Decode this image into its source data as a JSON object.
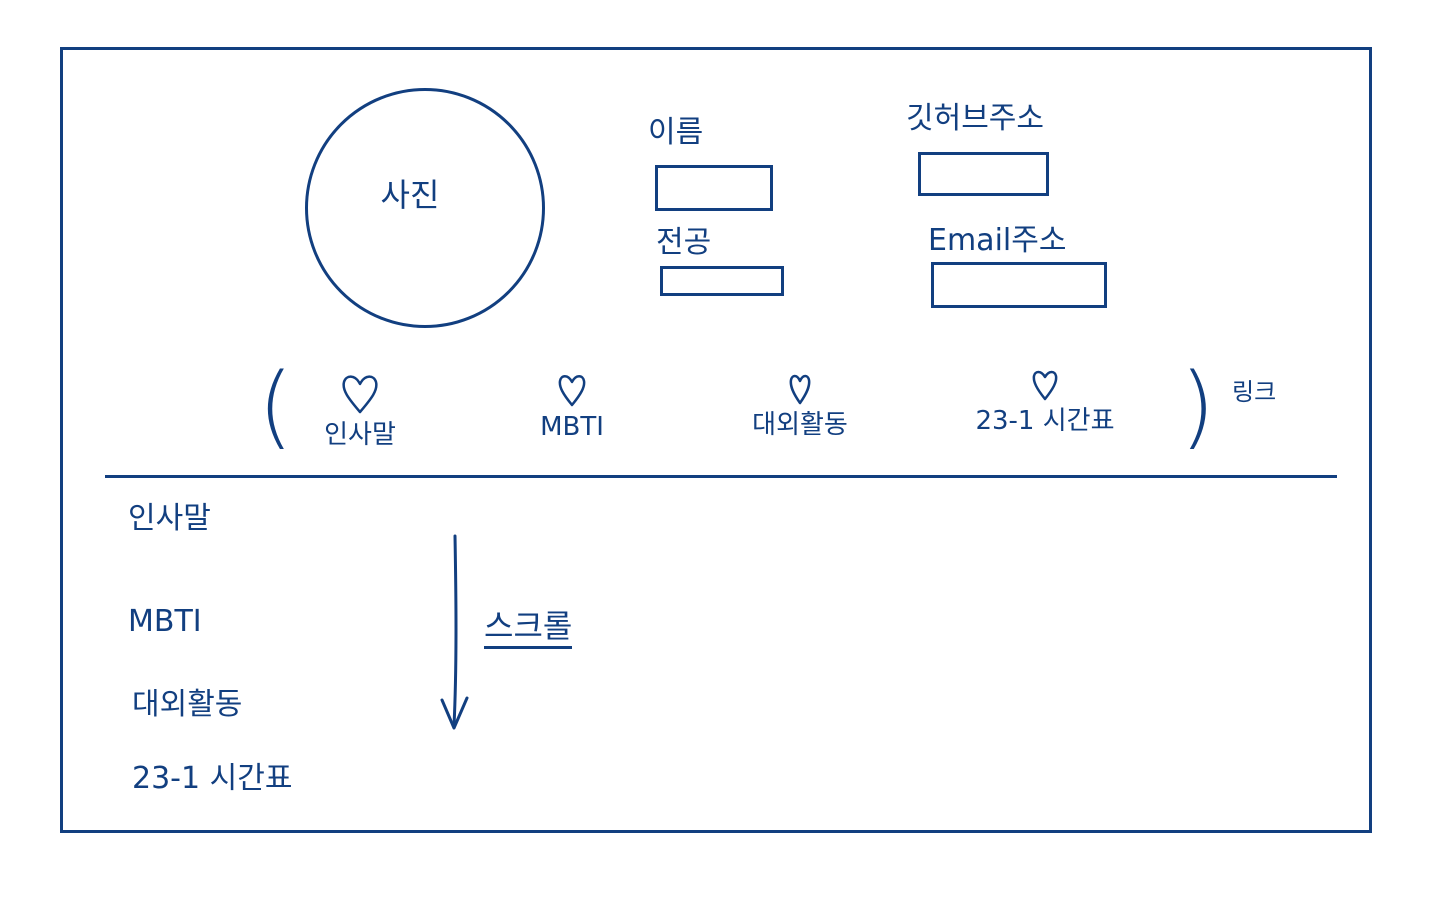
{
  "profile": {
    "photo_label": "사진"
  },
  "fields": {
    "name_label": "이름",
    "major_label": "전공",
    "student_id_label": "깃허브주소",
    "email_label": "Email주소"
  },
  "nav": {
    "items": [
      {
        "label": "인사말"
      },
      {
        "label": "MBTI"
      },
      {
        "label": "대외활동"
      },
      {
        "label": "23-1 시간표"
      }
    ],
    "link_note": "링크"
  },
  "sections": {
    "items": [
      {
        "label": "인사말"
      },
      {
        "label": "MBTI"
      },
      {
        "label": "대외활동"
      },
      {
        "label": "23-1 시간표"
      }
    ],
    "scroll_note": "스크롤"
  },
  "colors": {
    "ink": "#123f80",
    "background": "#ffffff"
  }
}
